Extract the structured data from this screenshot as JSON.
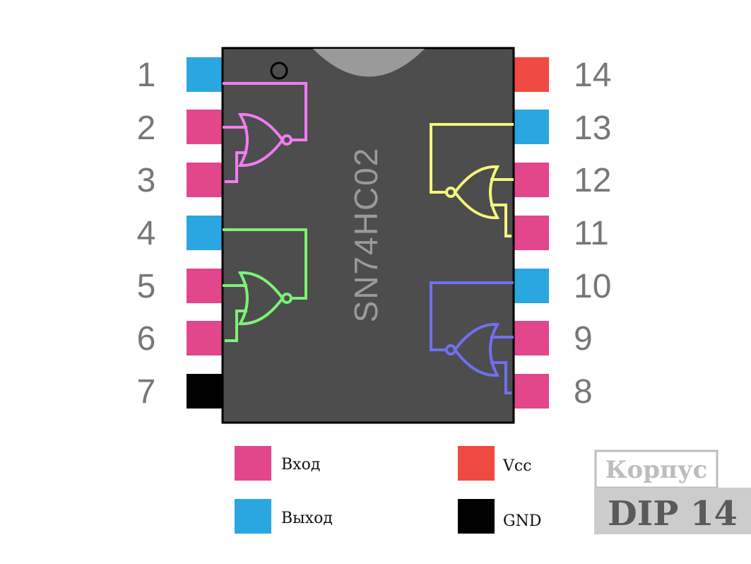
{
  "chip": {
    "name": "SN74HC02"
  },
  "colors": {
    "input": "#e2478c",
    "output": "#2aa7e0",
    "vcc": "#ef4a42",
    "gnd": "#000000",
    "body": "#4d4d4d",
    "notch": "#9a9a9a",
    "gate1": "#f27cf2",
    "gate2": "#7df276",
    "gate3": "#f5f57a",
    "gate4": "#7070f0"
  },
  "pins": [
    {
      "number": "1",
      "type": "output"
    },
    {
      "number": "2",
      "type": "input"
    },
    {
      "number": "3",
      "type": "input"
    },
    {
      "number": "4",
      "type": "output"
    },
    {
      "number": "5",
      "type": "input"
    },
    {
      "number": "6",
      "type": "input"
    },
    {
      "number": "7",
      "type": "gnd"
    },
    {
      "number": "8",
      "type": "input"
    },
    {
      "number": "9",
      "type": "input"
    },
    {
      "number": "10",
      "type": "output"
    },
    {
      "number": "11",
      "type": "input"
    },
    {
      "number": "12",
      "type": "input"
    },
    {
      "number": "13",
      "type": "output"
    },
    {
      "number": "14",
      "type": "vcc"
    }
  ],
  "legend": {
    "input": "Вход",
    "output": "Выход",
    "vcc": "Vcc",
    "gnd": "GND"
  },
  "package": {
    "title": "Корпус",
    "name": "DIP 14"
  }
}
